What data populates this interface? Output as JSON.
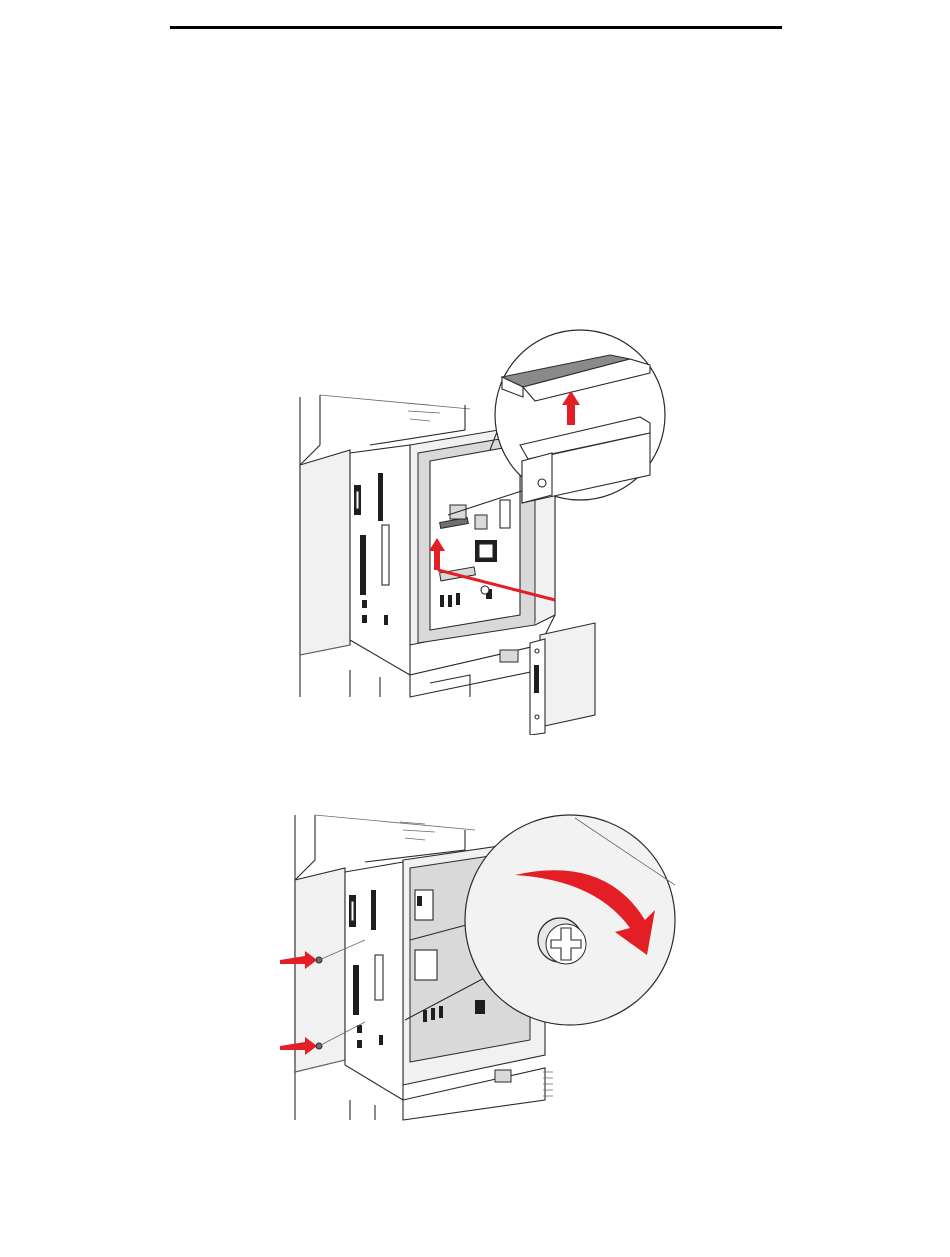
{
  "page": {
    "kind": "printer manual page",
    "rule_color": "#000000"
  },
  "figures": [
    {
      "name": "install-card-illustration",
      "icons": [
        "system-board-cage",
        "option-card",
        "zoom-callout-card-slot",
        "up-arrow"
      ],
      "accent": "#e31e24"
    },
    {
      "name": "tighten-screws-illustration",
      "icons": [
        "system-board-cage",
        "screw-arrows",
        "zoom-callout-screw",
        "rotate-arrow"
      ],
      "accent": "#e31e24"
    }
  ]
}
